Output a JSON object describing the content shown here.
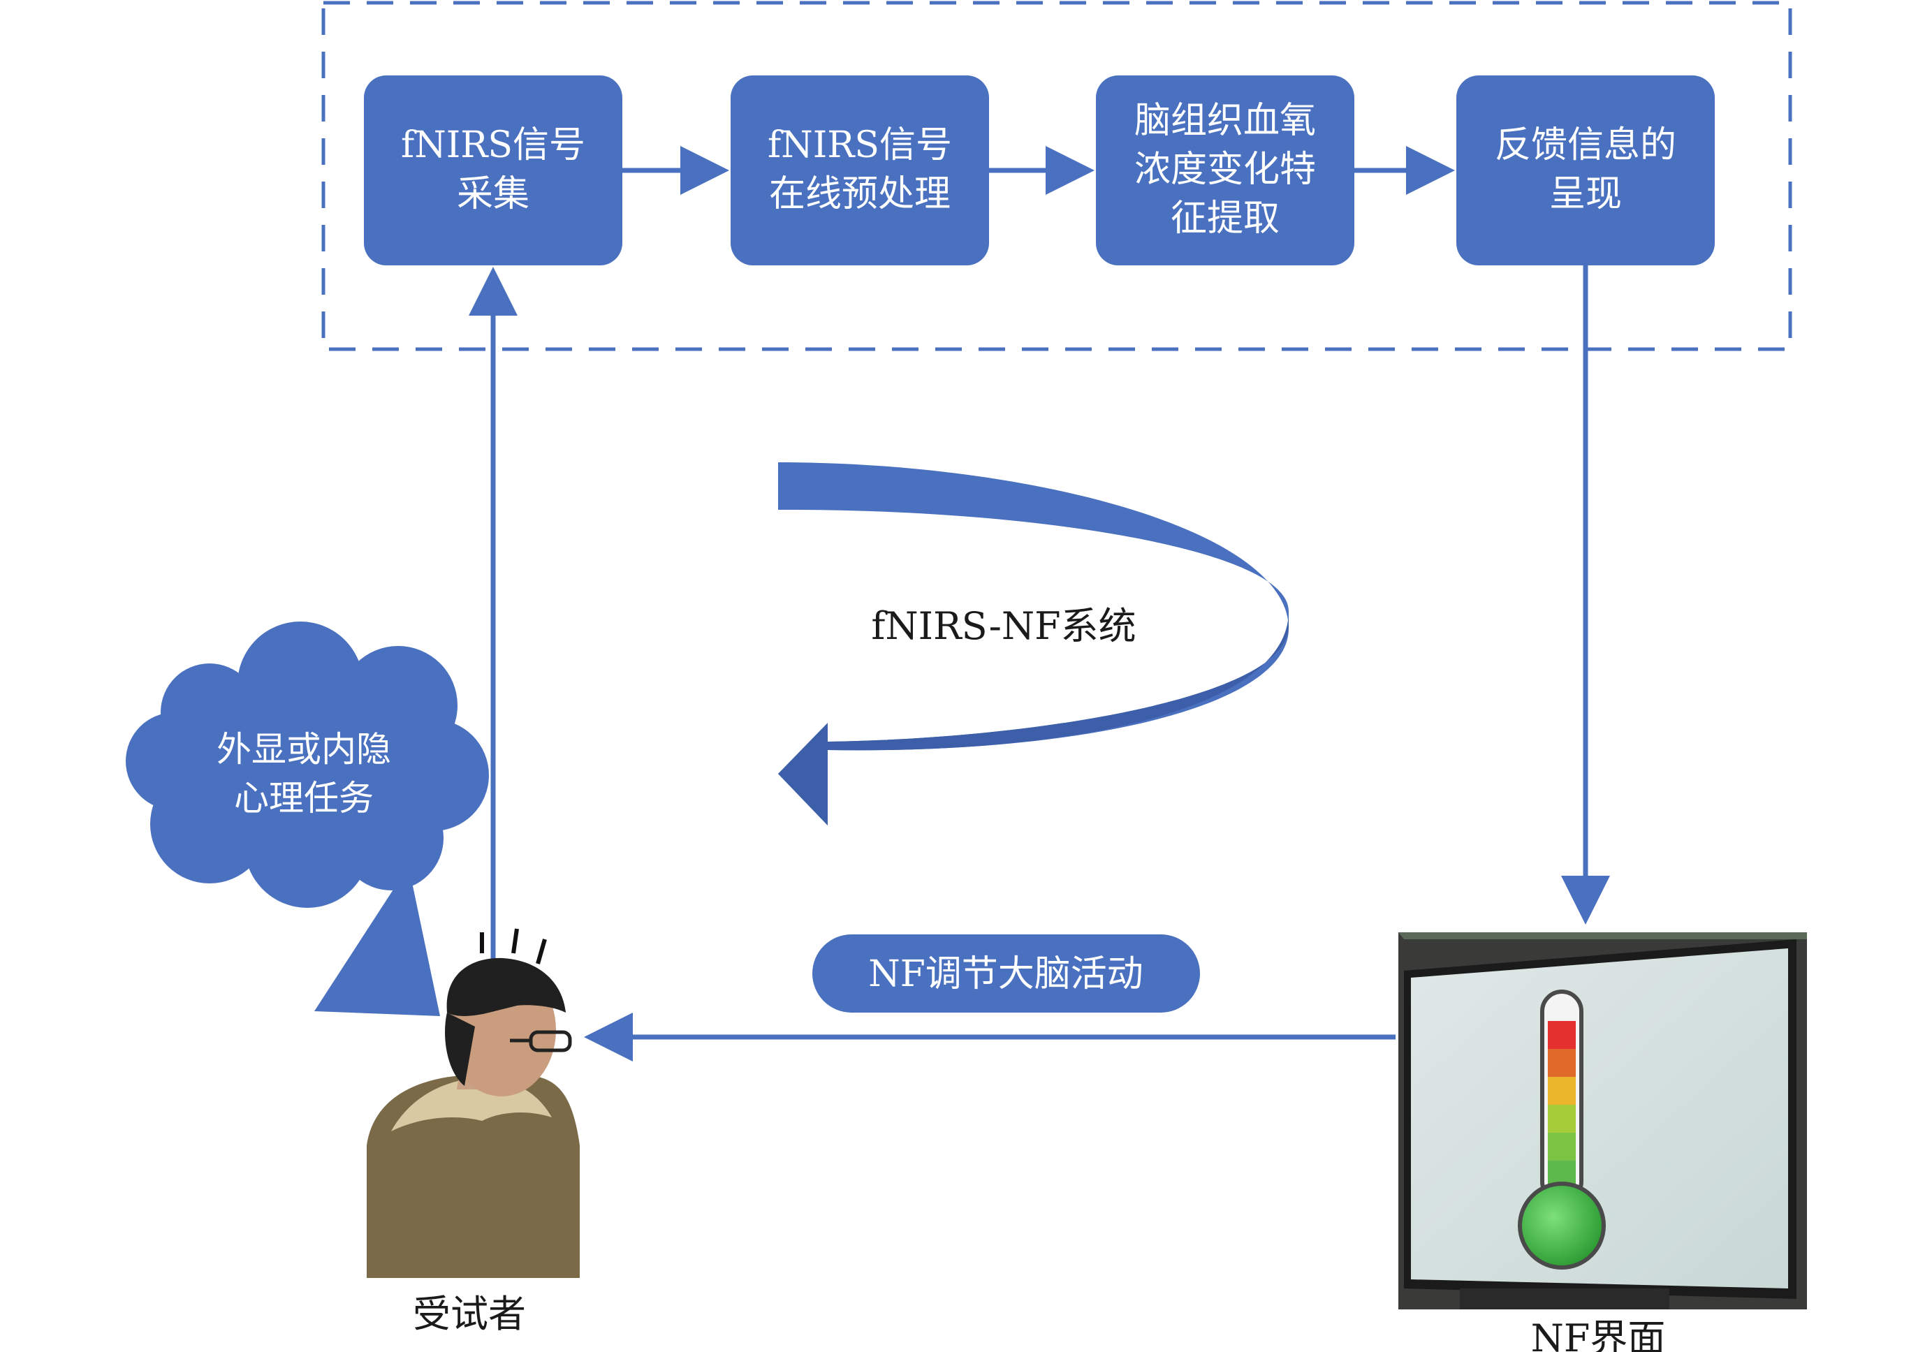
{
  "colors": {
    "accent": "#4a70c0",
    "accent_dark": "#3d5ea8",
    "arrow": "#4a70c0"
  },
  "pipeline": {
    "steps": [
      {
        "lines": [
          "fNIRS信号",
          "采集"
        ]
      },
      {
        "lines": [
          "fNIRS信号",
          "在线预处理"
        ]
      },
      {
        "lines": [
          "脑组织血氧",
          "浓度变化特",
          "征提取"
        ]
      },
      {
        "lines": [
          "反馈信息的",
          "呈现"
        ]
      }
    ]
  },
  "loop": {
    "label": "fNIRS-NF系统"
  },
  "cloud": {
    "lines": [
      "外显或内隐",
      "心理任务"
    ]
  },
  "regulation": {
    "label": "NF调节大脑活动"
  },
  "subject": {
    "label": "受试者"
  },
  "interface": {
    "label": "NF界面"
  }
}
